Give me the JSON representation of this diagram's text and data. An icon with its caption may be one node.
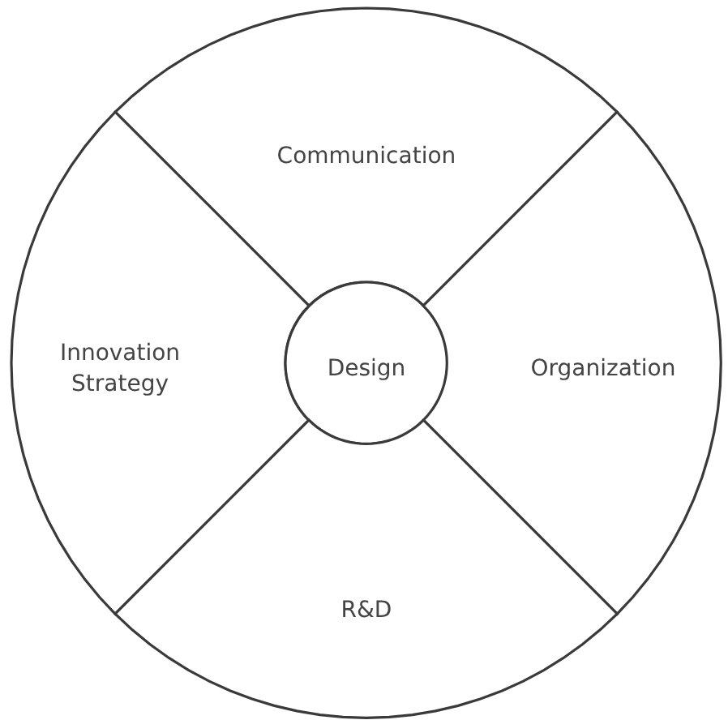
{
  "diagram": {
    "nodes": [
      {
        "text": [
          "Communication"
        ]
      },
      {
        "text": [
          "Innovation Strategy"
        ]
      },
      {
        "text": [
          "Design"
        ]
      },
      {
        "text": [
          "Organization"
        ]
      },
      {
        "text": [
          "R&D"
        ]
      }
    ]
  }
}
